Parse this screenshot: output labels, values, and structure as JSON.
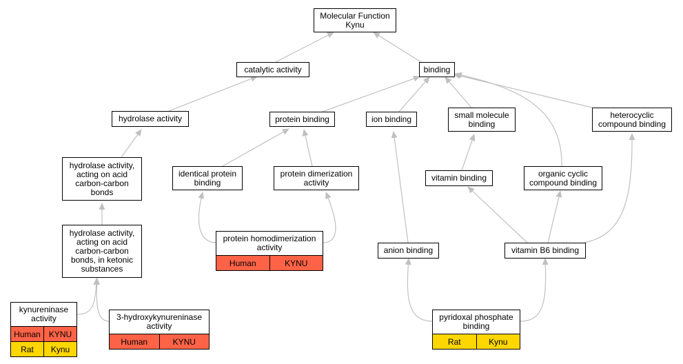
{
  "nodes": {
    "mf": "Molecular Function\nKynu",
    "catalytic": "catalytic activity",
    "binding": "binding",
    "hydrolase": "hydrolase activity",
    "protein_binding": "protein binding",
    "ion_binding": "ion binding",
    "small_molecule": "small molecule\nbinding",
    "heterocyclic": "heterocyclic\ncompound binding",
    "hydrolase_cc": "hydrolase activity,\nacting on acid\ncarbon-carbon\nbonds",
    "identical_protein": "identical protein\nbinding",
    "protein_dimerization": "protein dimerization\nactivity",
    "vitamin": "vitamin binding",
    "organic_cyclic": "organic cyclic\ncompound binding",
    "hydrolase_ketonic": "hydrolase activity,\nacting on acid\ncarbon-carbon\nbonds, in ketonic\nsubstances",
    "protein_homodimerization": "protein homodimerization\nactivity",
    "anion": "anion binding",
    "vitamin_b6": "vitamin B6 binding",
    "kynureninase": "kynureninase\nactivity",
    "hydroxykynureninase": "3-hydroxykynureninase\nactivity",
    "pyridoxal": "pyridoxal phosphate\nbinding"
  },
  "annotations": {
    "protein_homodimerization": [
      [
        "Human",
        "KYNU"
      ]
    ],
    "kynureninase": [
      [
        "Human",
        "KYNU"
      ],
      [
        "Rat",
        "Kynu"
      ]
    ],
    "hydroxykynureninase": [
      [
        "Human",
        "KYNU"
      ]
    ],
    "pyridoxal": [
      [
        "Rat",
        "Kynu"
      ]
    ]
  },
  "colors": {
    "human_row": "#ff6347",
    "rat_row": "#ffd700",
    "edge": "#c0c0c0"
  }
}
